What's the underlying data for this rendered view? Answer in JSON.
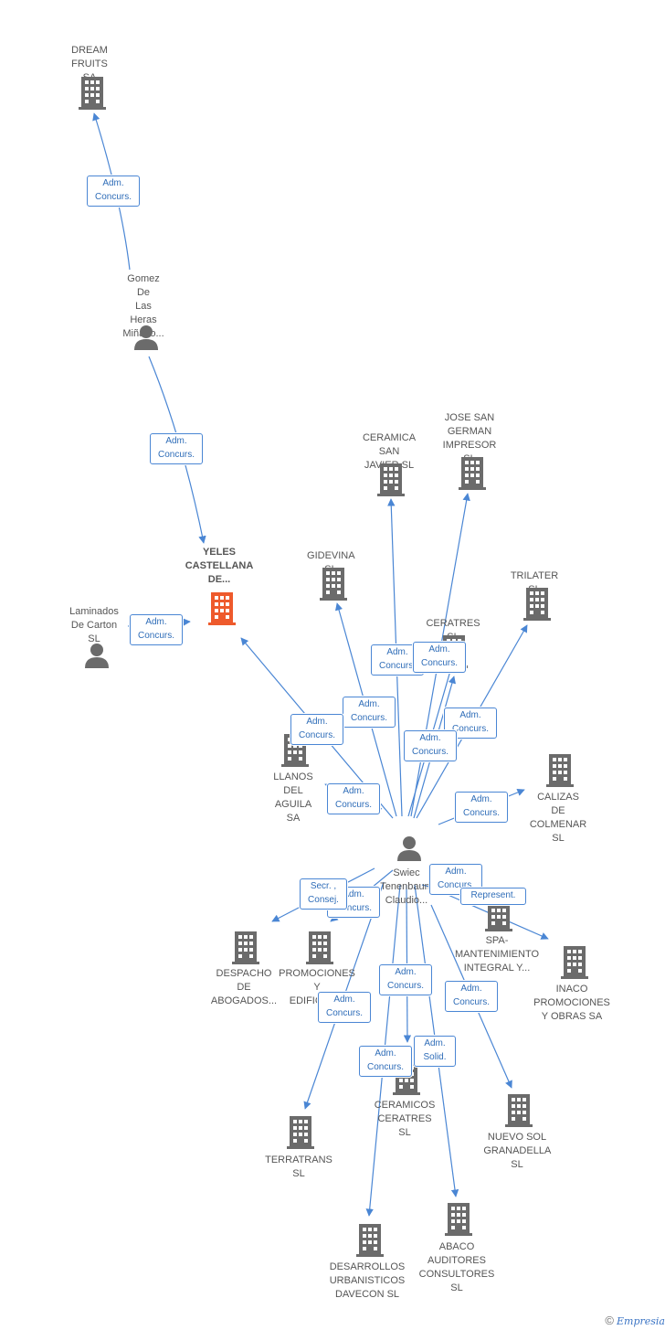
{
  "colors": {
    "edge": "#4a86d4",
    "building": "#6b6b6b",
    "main_building": "#ee5a2c",
    "person": "#6b6b6b"
  },
  "companies": {
    "dream_fruits": "DREAM\nFRUITS SA",
    "yeles": "YELES\nCASTELLANA\nDE...",
    "ceramica_san_javier": "CERAMICA\nSAN JAVIER SL",
    "jose_san_german": "JOSE SAN\nGERMAN\nIMPRESOR SL",
    "gidevina": "GIDEVINA SL",
    "trilater": "TRILATER SL",
    "ceratres": "CERATRES SL",
    "llanos": "LLANOS DEL\nAGUILA SA",
    "calizas": "CALIZAS DE\nCOLMENAR SL",
    "despacho": "DESPACHO\nDE\nABOGADOS...",
    "promociones": "PROMOCIONES\nY\nEDIFICAC...",
    "spa": "SPA-\nMANTENIMIENTO\nINTEGRAL Y...",
    "inaco": "INACO\nPROMOCIONES\nY OBRAS SA",
    "terratrans": "TERRATRANS SL",
    "ceramicos": "CERAMICOS\nCERATRES SL",
    "nuevo_sol": "NUEVO SOL\nGRANADELLA SL",
    "desarrollos": "DESARROLLOS\nURBANISTICOS\nDAVECON SL",
    "abaco": "ABACO\nAUDITORES\nCONSULTORES SL"
  },
  "persons": {
    "gomez": "Gomez De\nLas Heras\nMiñano...",
    "laminados": "Laminados\nDe Carton SL",
    "swiec": "Swiec\nTenenbaum\nClaudio..."
  },
  "relations": {
    "adm_concurs": "Adm.\nConcurs.",
    "secr_consej": "Secr. ,\nConsej.",
    "represent": "Represent.",
    "adm_solid": "Adm.\nSolid."
  },
  "footer": {
    "copyright": "©",
    "brand": "Empresia"
  }
}
